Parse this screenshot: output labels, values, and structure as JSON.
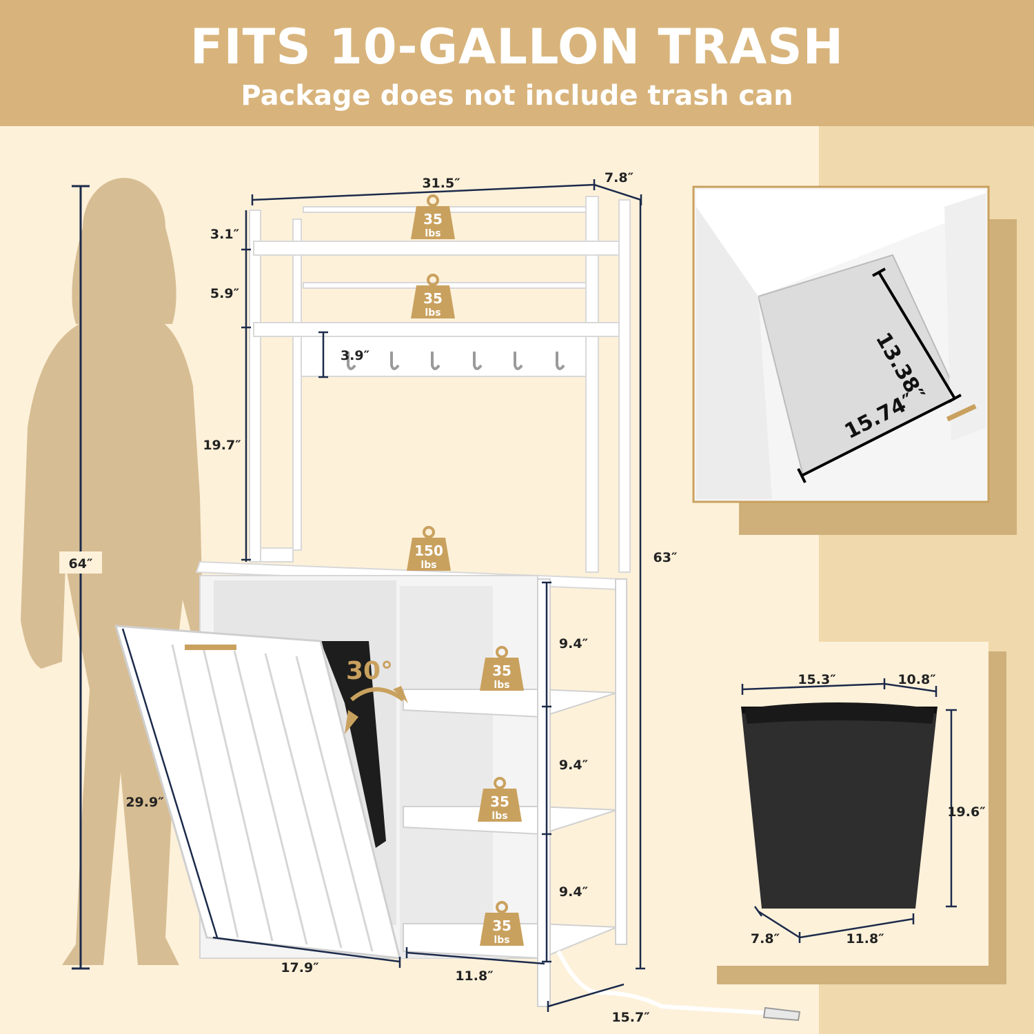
{
  "header": {
    "title": "FITS 10-GALLON TRASH",
    "subtitle": "Package does not include trash can"
  },
  "dimensions": {
    "person_height": "64″",
    "width_top": "31.5″",
    "depth_top": "7.8″",
    "shelf_gap_1": "3.1″",
    "shelf_gap_2": "5.9″",
    "hook_height": "3.9″",
    "open_space": "19.7″",
    "total_height": "63″",
    "door_height": "29.9″",
    "door_width": "17.9″",
    "side_width": "11.8″",
    "side_shelf_1": "9.4″",
    "side_shelf_2": "9.4″",
    "side_shelf_3": "9.4″",
    "base_depth": "15.7″",
    "tilt_angle": "30°"
  },
  "weights": {
    "shelf_top": {
      "value": "35",
      "unit": "lbs"
    },
    "shelf_mid": {
      "value": "35",
      "unit": "lbs"
    },
    "countertop": {
      "value": "150",
      "unit": "lbs"
    },
    "side_shelf_1": {
      "value": "35",
      "unit": "lbs"
    },
    "side_shelf_2": {
      "value": "35",
      "unit": "lbs"
    },
    "side_shelf_3": {
      "value": "35",
      "unit": "lbs"
    }
  },
  "inset_bin": {
    "depth": "13.38″",
    "width": "15.74″"
  },
  "inset_trash": {
    "top_width": "15.3″",
    "top_depth": "10.8″",
    "height": "19.6″",
    "bottom_depth": "7.8″",
    "bottom_width": "11.8″"
  },
  "colors": {
    "banner": "#d8b47c",
    "background": "#fdf1da",
    "accent_band": "#f0d9ac",
    "silhouette": "#d7bd93",
    "weight_badge": "#c9a15e",
    "dimension_line": "#1c2a4a"
  }
}
